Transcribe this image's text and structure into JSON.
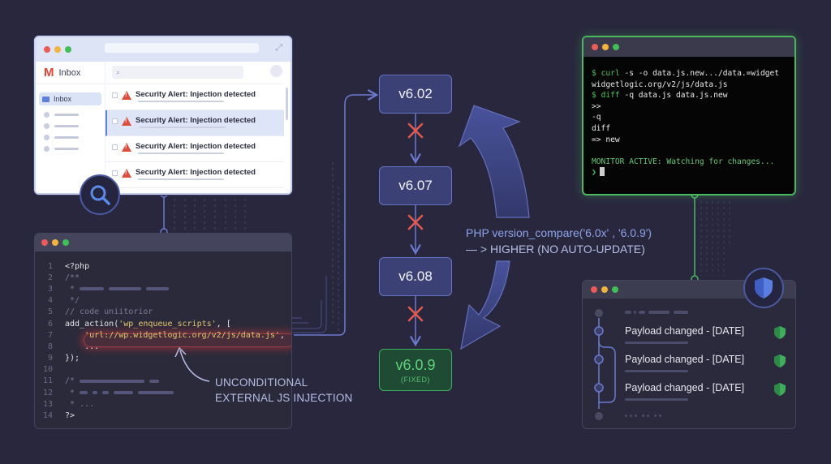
{
  "email_window": {
    "app_icon": "gmail-icon",
    "brand_label": "Inbox",
    "nav": [
      {
        "label": "Inbox",
        "icon": "inbox-icon",
        "active": true
      },
      {
        "label": "",
        "icon": "star-icon"
      },
      {
        "label": "",
        "icon": "clock-icon"
      },
      {
        "label": "",
        "icon": "sent-icon"
      },
      {
        "label": "",
        "icon": "chevron-down-icon"
      }
    ],
    "search_placeholder": "",
    "messages": [
      {
        "subject": "Security Alert: Injection detected",
        "icon": "warning-icon",
        "selected": false
      },
      {
        "subject": "Security Alert: Injection detected",
        "icon": "warning-icon",
        "selected": true
      },
      {
        "subject": "Security Alert: Injection detected",
        "icon": "warning-icon",
        "selected": false
      },
      {
        "subject": "Security Alert: Injection detected",
        "icon": "warning-icon",
        "selected": false
      }
    ]
  },
  "code_editor": {
    "lines": [
      {
        "n": "1",
        "text": "<?php",
        "kind": "plain"
      },
      {
        "n": "2",
        "text": "/**",
        "kind": "com"
      },
      {
        "n": "3",
        "text": " *",
        "kind": "com",
        "placeholder": true
      },
      {
        "n": "4",
        "text": " */",
        "kind": "com"
      },
      {
        "n": "5",
        "text": "// code uniitorior",
        "kind": "com"
      },
      {
        "n": "6",
        "text": "add_action(",
        "kind": "plain",
        "str": "'wp_enqueue_scripts'",
        "rest": ", ["
      },
      {
        "n": "7",
        "text": "    ",
        "kind": "plain",
        "str": "'url://wp.widgetlogic.org/v2/js/data.js'",
        "rest": ",",
        "highlight": true
      },
      {
        "n": "8",
        "text": "    ...",
        "kind": "plain"
      },
      {
        "n": "9",
        "text": "});",
        "kind": "plain"
      },
      {
        "n": "10",
        "text": "",
        "kind": "plain"
      },
      {
        "n": "11",
        "text": "/*",
        "kind": "com",
        "placeholder": true
      },
      {
        "n": "12",
        "text": " *",
        "kind": "com",
        "placeholder": true
      },
      {
        "n": "13",
        "text": " * ...",
        "kind": "com"
      },
      {
        "n": "14",
        "text": "?>",
        "kind": "plain"
      }
    ],
    "annotation": [
      "UNCONDITIONAL",
      "EXTERNAL JS INJECTION"
    ]
  },
  "versions": [
    {
      "label": "v6.02",
      "status": "blocked"
    },
    {
      "label": "v6.07",
      "status": "blocked"
    },
    {
      "label": "v6.08",
      "status": "blocked"
    },
    {
      "label": "v6.0.9",
      "sublabel": "(FIXED)",
      "status": "fixed"
    }
  ],
  "compare_note": {
    "line1": "PHP version_compare('6.0x' , '6.0.9')",
    "line2": "— > HIGHER (NO AUTO-UPDATE)"
  },
  "terminal": {
    "lines": [
      {
        "prompt": "$ ",
        "cmd": "curl",
        "rest": " -s -o data.js.new.../data.=widget"
      },
      {
        "prompt": "",
        "cmd": "",
        "rest": "widgetlogic.org/v2/js/data.js"
      },
      {
        "prompt": "$ ",
        "cmd": "diff",
        "rest": " -q data.js data.js.new"
      },
      {
        "prompt": "",
        "cmd": "",
        "rest": ">>"
      },
      {
        "prompt": "",
        "cmd": "",
        "rest": "-q"
      },
      {
        "prompt": "",
        "cmd": "",
        "rest": "diff"
      },
      {
        "prompt": "",
        "cmd": "",
        "rest": "=> new"
      },
      {
        "prompt": "",
        "cmd": "",
        "rest": ""
      }
    ],
    "monitor": "MONITOR ACTIVE: Watching for changes...",
    "cursor_prompt": "❯"
  },
  "monitor_log": {
    "entries": [
      {
        "text": "Payload changed - [DATE]",
        "icon": "shield-check-icon"
      },
      {
        "text": "Payload changed - [DATE]",
        "icon": "shield-check-icon"
      },
      {
        "text": "Payload changed - [DATE]",
        "icon": "shield-check-icon"
      }
    ]
  },
  "colors": {
    "background": "#29273d",
    "accent_blue": "#6673c4",
    "danger_red": "#e8584c",
    "success_green": "#49b85e",
    "string_yellow": "#e7c76f"
  }
}
